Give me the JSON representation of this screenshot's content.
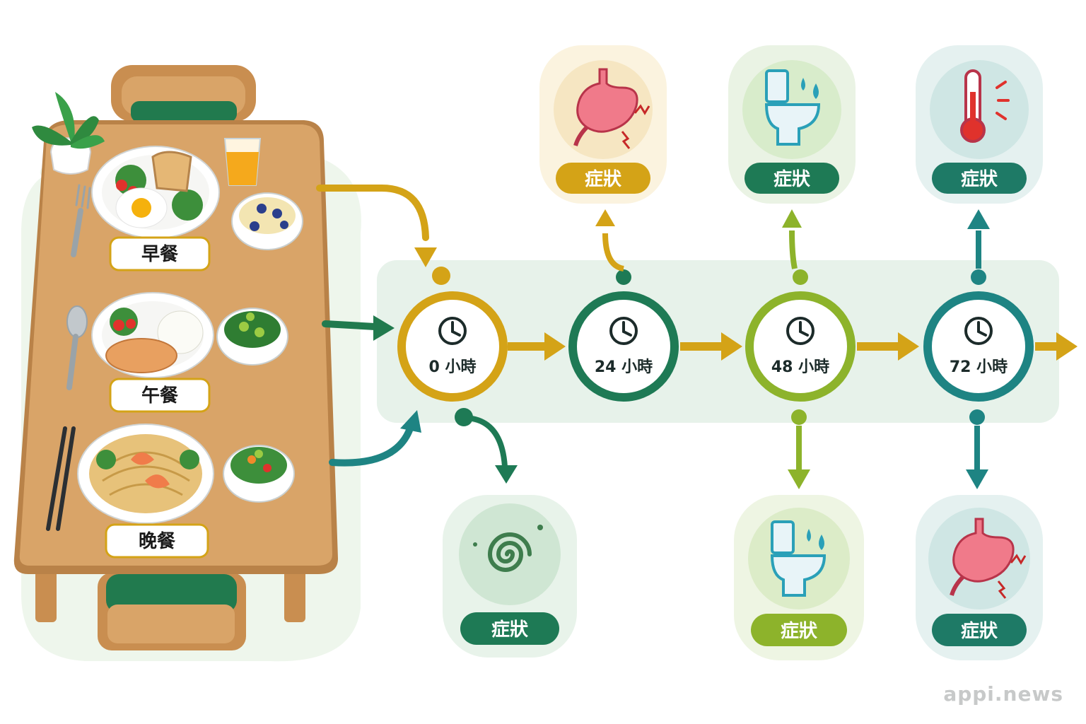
{
  "meals": [
    {
      "id": "breakfast",
      "label": "早餐"
    },
    {
      "id": "lunch",
      "label": "午餐"
    },
    {
      "id": "dinner",
      "label": "晚餐"
    }
  ],
  "timeline": [
    {
      "label": "0 小時",
      "color": "#d4a317"
    },
    {
      "label": "24 小時",
      "color": "#1e7a55"
    },
    {
      "label": "48 小時",
      "color": "#8db32b"
    },
    {
      "label": "72 小時",
      "color": "#1e8483"
    }
  ],
  "symptoms": [
    {
      "id": "stomach-24",
      "label": "症狀",
      "icon": "stomach-cramp-icon",
      "color": "#d4a317"
    },
    {
      "id": "toilet-48-top",
      "label": "症狀",
      "icon": "toilet-diarrhea-icon",
      "color": "#1e7a55"
    },
    {
      "id": "fever-72",
      "label": "症狀",
      "icon": "thermometer-fever-icon",
      "color": "#1e7a66"
    },
    {
      "id": "dizzy-0",
      "label": "症狀",
      "icon": "dizziness-swirl-icon",
      "color": "#1e7a55"
    },
    {
      "id": "toilet-48-bottom",
      "label": "症狀",
      "icon": "toilet-diarrhea-icon",
      "color": "#8db32b"
    },
    {
      "id": "stomach-72",
      "label": "症狀",
      "icon": "stomach-cramp-icon",
      "color": "#1e7a66"
    }
  ],
  "watermark": "appi.news"
}
